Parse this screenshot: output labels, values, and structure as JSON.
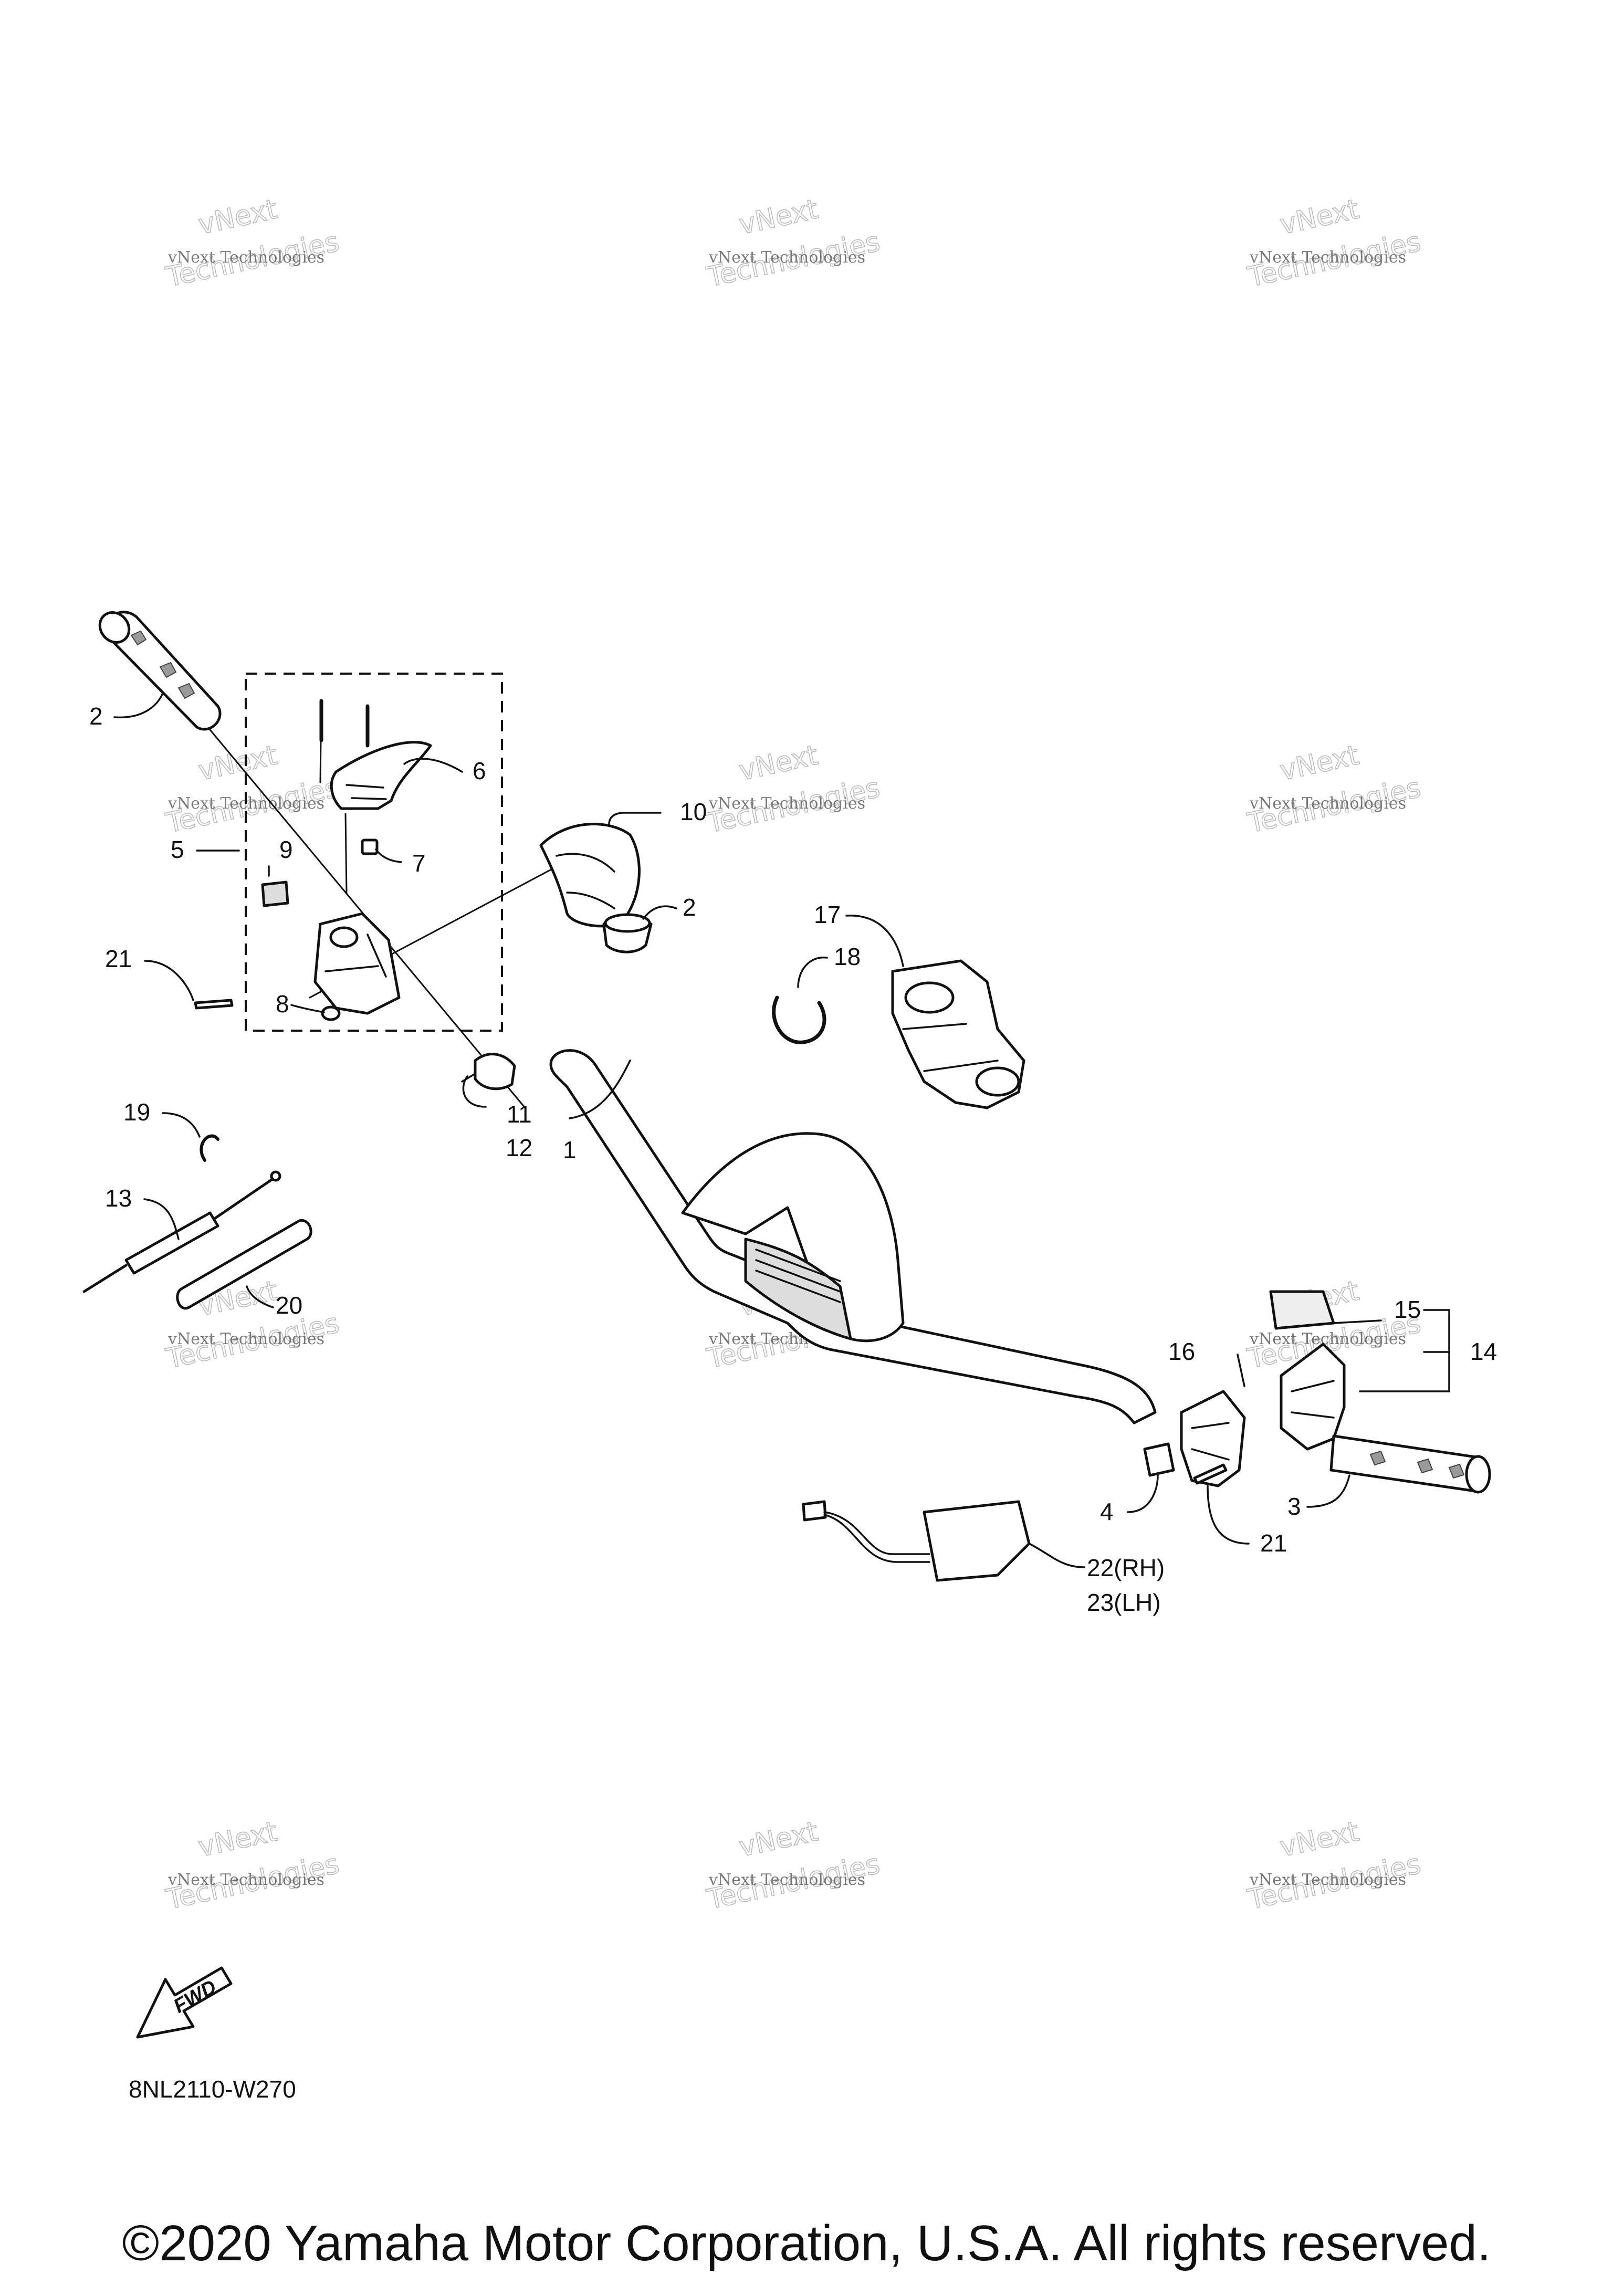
{
  "diagram": {
    "callouts": [
      {
        "id": "c1",
        "text": "1"
      },
      {
        "id": "c2a",
        "text": "2"
      },
      {
        "id": "c2b",
        "text": "2"
      },
      {
        "id": "c3",
        "text": "3"
      },
      {
        "id": "c4",
        "text": "4"
      },
      {
        "id": "c5",
        "text": "5"
      },
      {
        "id": "c6",
        "text": "6"
      },
      {
        "id": "c7",
        "text": "7"
      },
      {
        "id": "c8",
        "text": "8"
      },
      {
        "id": "c9",
        "text": "9"
      },
      {
        "id": "c10",
        "text": "10"
      },
      {
        "id": "c11",
        "text": "11"
      },
      {
        "id": "c12",
        "text": "12"
      },
      {
        "id": "c13",
        "text": "13"
      },
      {
        "id": "c14",
        "text": "14"
      },
      {
        "id": "c15",
        "text": "15"
      },
      {
        "id": "c16",
        "text": "16"
      },
      {
        "id": "c17",
        "text": "17"
      },
      {
        "id": "c18",
        "text": "18"
      },
      {
        "id": "c19",
        "text": "19"
      },
      {
        "id": "c20",
        "text": "20"
      },
      {
        "id": "c21a",
        "text": "21"
      },
      {
        "id": "c21b",
        "text": "21"
      },
      {
        "id": "c22",
        "text": "22(RH)"
      },
      {
        "id": "c23",
        "text": "23(LH)"
      }
    ],
    "fwd_label": "FWD",
    "diagram_code": "8NL2110-W270",
    "watermark": {
      "line1": "vNext",
      "line2": "vNext Technologies",
      "line3": "Technologies"
    }
  },
  "footer": {
    "copyright": "©2020 Yamaha Motor Corporation, U.S.A. All rights reserved."
  }
}
